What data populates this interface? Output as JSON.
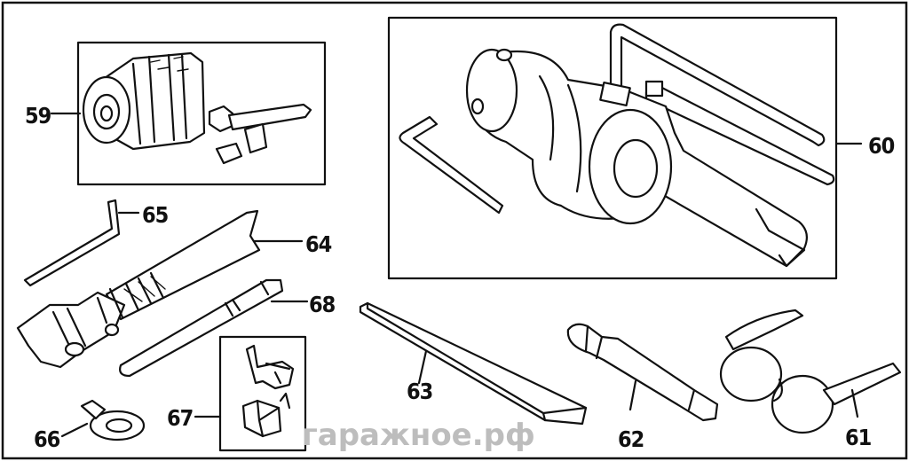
{
  "diagram": {
    "callouts": {
      "p59": "59",
      "p60": "60",
      "p61": "61",
      "p62": "62",
      "p63": "63",
      "p64": "64",
      "p65": "65",
      "p66": "66",
      "p67": "67",
      "p68": "68"
    },
    "watermark": "гаражное.рф"
  }
}
